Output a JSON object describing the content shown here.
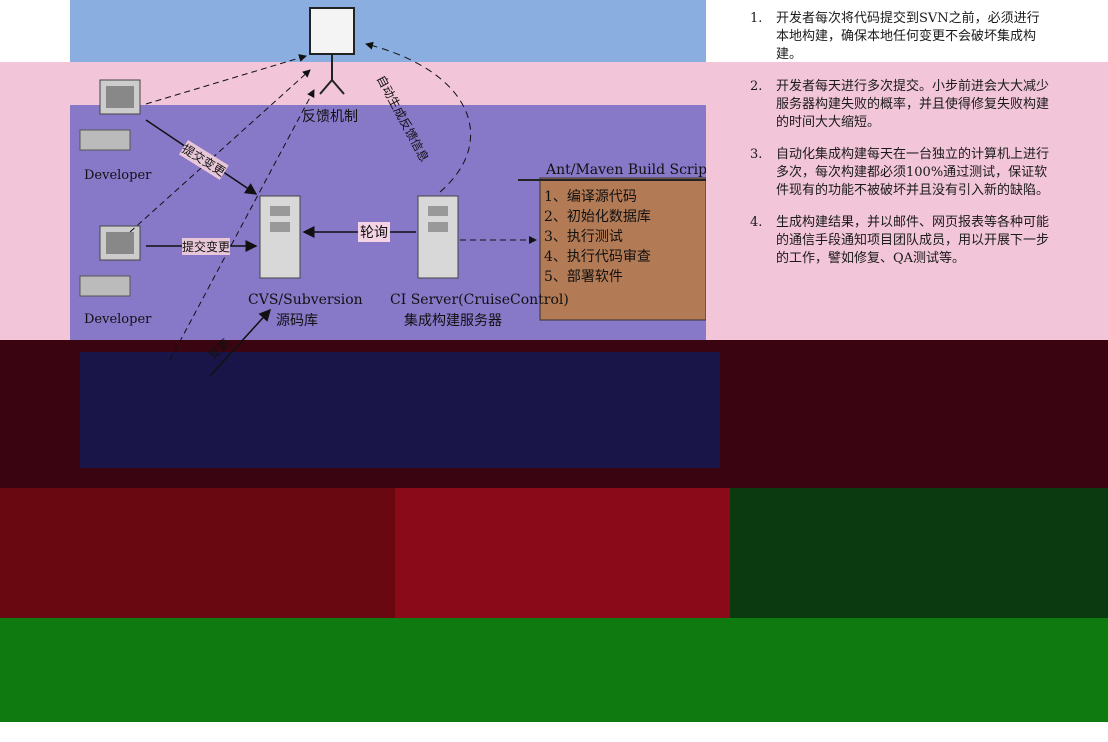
{
  "diagram": {
    "feedback_label": "反馈机制",
    "auto_feedback_label": "自动生成反馈信息",
    "polling_label": "轮询",
    "commit_label_1": "提交变更",
    "commit_label_2": "提交变更",
    "commit_label_3": "变更",
    "developer_1": "Developer",
    "developer_2": "Developer",
    "repo_name": "CVS/Subversion",
    "repo_sub": "源码库",
    "ci_name": "CI Server(CruiseControl)",
    "ci_sub": "集成构建服务器",
    "build_script": {
      "title": "Ant/Maven Build Script",
      "steps": [
        "1、编译源代码",
        "2、初始化数据库",
        "3、执行测试",
        "4、执行代码审查",
        "5、部署软件"
      ]
    }
  },
  "points": [
    {
      "num": "1.",
      "text": "开发者每次将代码提交到SVN之前，必须进行本地构建，确保本地任何变更不会破坏集成构建。"
    },
    {
      "num": "2.",
      "text": "开发者每天进行多次提交。小步前进会大大减少服务器构建失败的概率，并且使得修复失败构建的时间大大缩短。"
    },
    {
      "num": "3.",
      "text": "自动化集成构建每天在一台独立的计算机上进行多次，每次构建都必须100%通过测试，保证软件现有的功能不被破坏并且没有引入新的缺陷。"
    },
    {
      "num": "4.",
      "text": "生成构建结果，并以邮件、网页报表等各种可能的通信手段通知项目团队成员，用以开展下一步的工作，譬如修复、QA测试等。"
    }
  ],
  "colors": {
    "blue_band": "#8aaee0",
    "pink_band": "#f2c6d8",
    "violet_band": "#8878c8",
    "dark_red": "#3a0410",
    "red": "#8b0a1a",
    "green": "#0e7a10",
    "navy": "#1a1548",
    "script_fill": "#b27a55"
  }
}
